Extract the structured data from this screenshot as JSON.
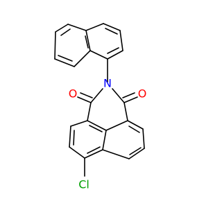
{
  "molecule": {
    "atoms": {
      "nitrogen": "N",
      "oxygen_left": "O",
      "oxygen_right": "O",
      "chlorine": "Cl"
    },
    "colors": {
      "nitrogen": "#0000ff",
      "oxygen": "#ff0000",
      "chlorine": "#00a000",
      "bond": "#000000",
      "background": "#ffffff"
    }
  }
}
